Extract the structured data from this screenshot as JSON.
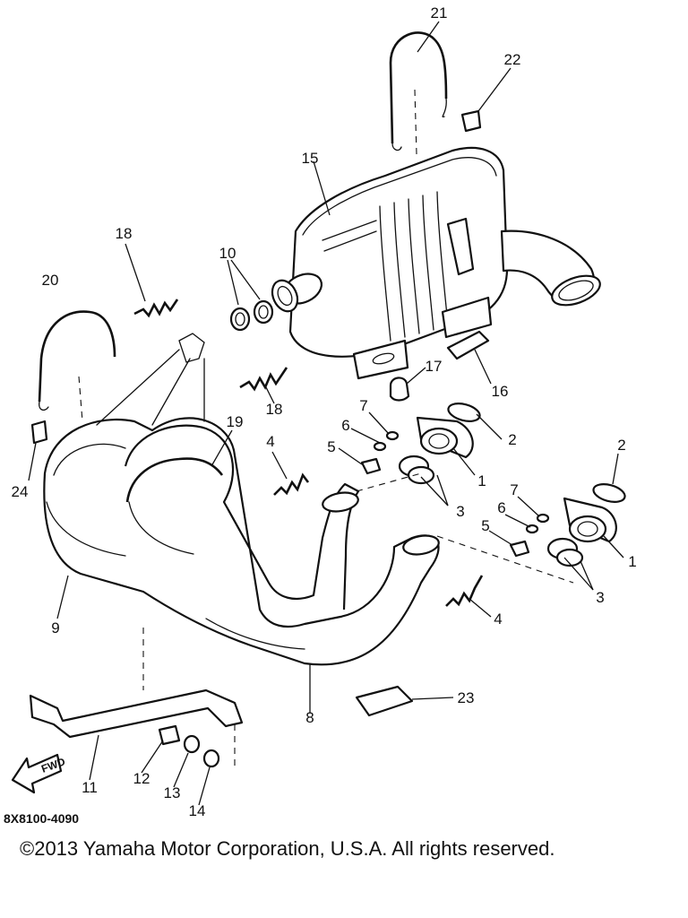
{
  "diagram": {
    "code": "8X8100-4090",
    "fwd_label": "FWD",
    "callouts": {
      "c21": "21",
      "c22": "22",
      "c15": "15",
      "c18a": "18",
      "c10": "10",
      "c20": "20",
      "c18b": "18",
      "c17": "17",
      "c16": "16",
      "c19": "19",
      "c7a": "7",
      "c6a": "6",
      "c5a": "5",
      "c2a": "2",
      "c1a": "1",
      "c3a": "3",
      "c4a": "4",
      "c24": "24",
      "c2b": "2",
      "c7b": "7",
      "c6b": "6",
      "c5b": "5",
      "c1b": "1",
      "c3b": "3",
      "c9": "9",
      "c4b": "4",
      "c23": "23",
      "c8": "8",
      "c11": "11",
      "c12": "12",
      "c13": "13",
      "c14": "14"
    }
  },
  "footer": {
    "copyright": "©2013 Yamaha Motor Corporation, U.S.A. All rights reserved."
  }
}
